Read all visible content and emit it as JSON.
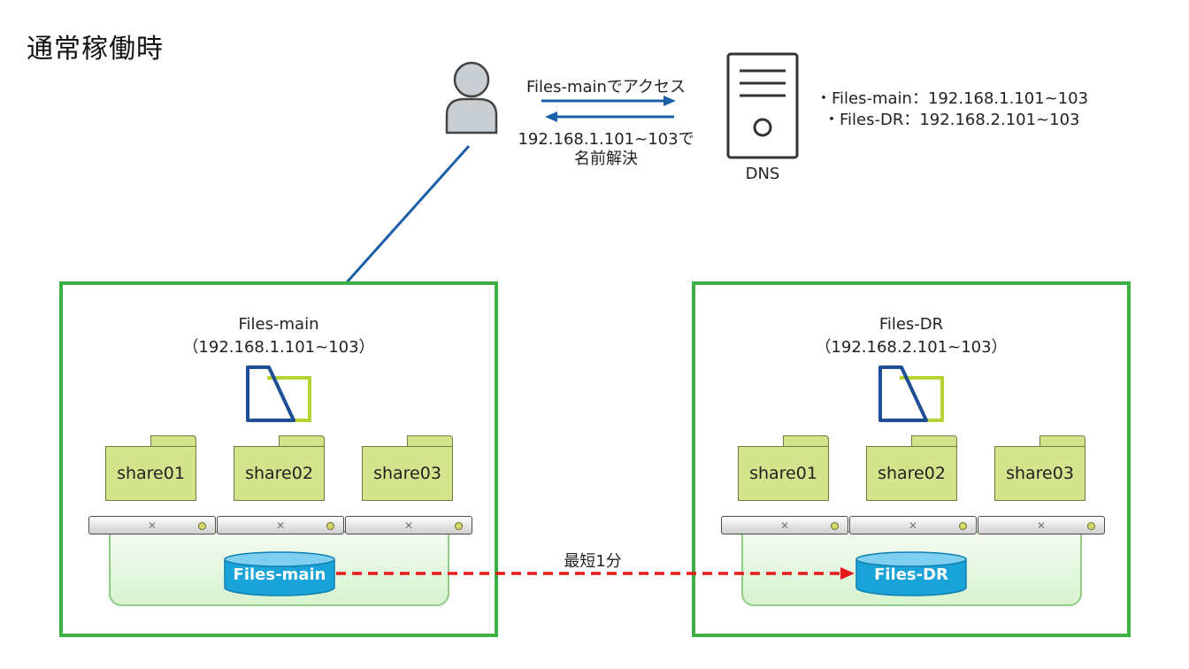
{
  "title": "通常稼働時",
  "user": {
    "request_label": "Files-mainでアクセス",
    "response_label_line1": "192.168.1.101~103で",
    "response_label_line2": "名前解決"
  },
  "dns": {
    "label": "DNS",
    "records": [
      "・Files-main：192.168.1.101~103",
      "・Files-DR：192.168.2.101~103"
    ]
  },
  "sites": [
    {
      "name": "Files-main",
      "ip": "（192.168.1.101~103）",
      "shares": [
        "share01",
        "share02",
        "share03"
      ],
      "db_label": "Files-main"
    },
    {
      "name": "Files-DR",
      "ip": "（192.168.2.101~103）",
      "shares": [
        "share01",
        "share02",
        "share03"
      ],
      "db_label": "Files-DR"
    }
  ],
  "replication": {
    "label": "最短1分"
  },
  "colors": {
    "site_border": "#3cb043",
    "arrow_blue": "#1a5fa8",
    "replication_red": "#e8191b",
    "db_blue": "#1aa3d9",
    "share_fill": "#d3e48c"
  }
}
